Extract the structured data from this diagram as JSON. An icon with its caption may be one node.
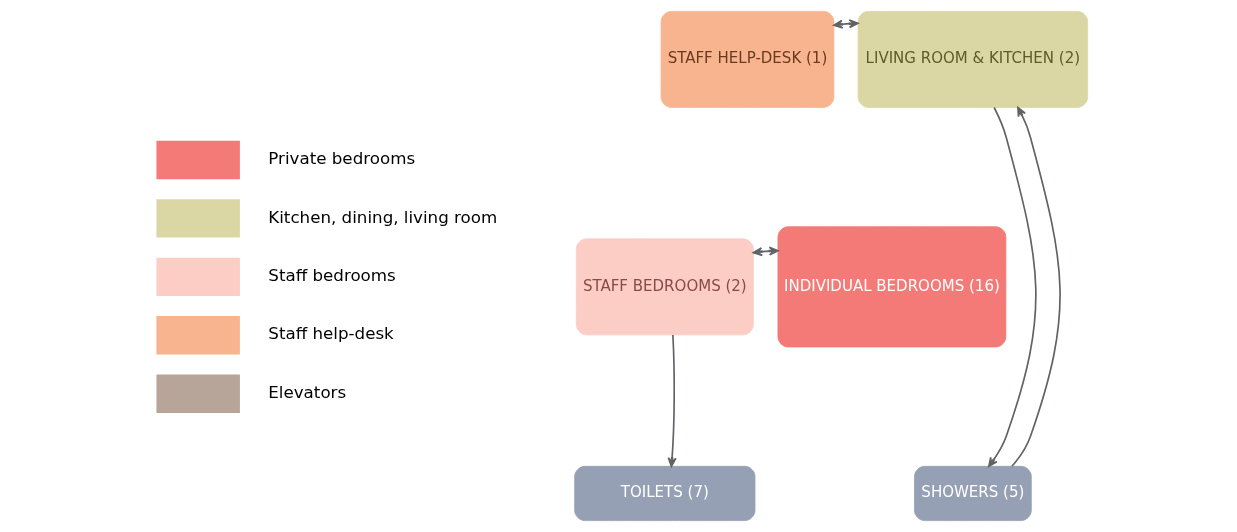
{
  "diagram": {
    "nodes": [
      {
        "text": [
          "STAFF HELP-DESK (1)"
        ]
      },
      {
        "text": [
          "LIVING ROOM & KITCHEN (2)"
        ]
      },
      {
        "text": [
          "STAFF BEDROOMS (2)"
        ]
      },
      {
        "text": [
          "INDIVIDUAL BEDROOMS (16)"
        ]
      },
      {
        "text": [
          "TOILETS (7)"
        ]
      },
      {
        "text": [
          "SHOWERS (5)"
        ]
      }
    ],
    "edges": [
      {
        "from": 0,
        "to": 1,
        "arrow": "both"
      },
      {
        "from": 2,
        "to": 3,
        "arrow": "both"
      },
      {
        "from": 2,
        "to": 4,
        "arrow": "to"
      },
      {
        "from": 1,
        "to": 5,
        "arrow": "to"
      },
      {
        "from": 5,
        "to": 1,
        "arrow": "to"
      }
    ],
    "legend": [
      {
        "text": "Private bedrooms",
        "color": "#f37a76"
      },
      {
        "text": "Kitchen, dining, living room",
        "color": "#dbd7a4"
      },
      {
        "text": "Staff bedrooms",
        "color": "#fbcdc5"
      },
      {
        "text": "Staff help-desk",
        "color": "#f8b48f"
      },
      {
        "text": "Elevators",
        "color": "#b8a599"
      }
    ]
  }
}
